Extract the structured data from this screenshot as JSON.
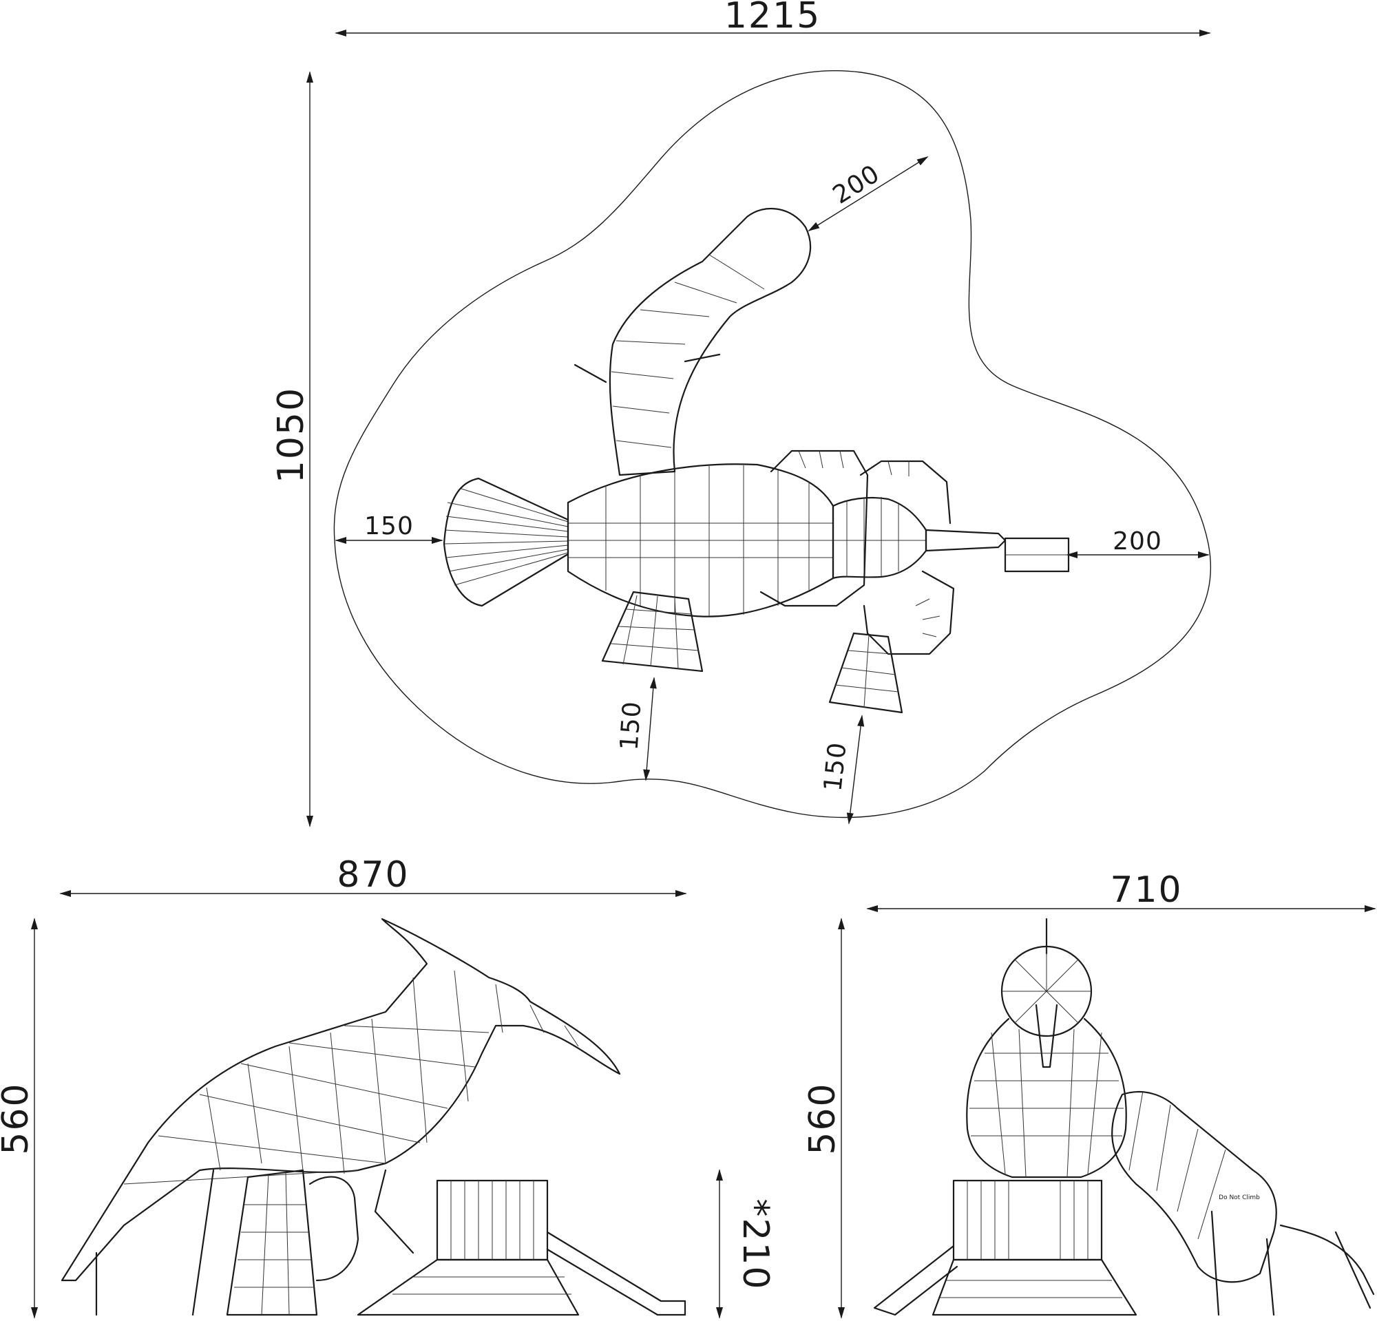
{
  "drawing": {
    "top_view": {
      "overall_width": "1215",
      "overall_depth": "1050",
      "clearance_slide_exit": "200",
      "clearance_tail": "150",
      "clearance_beak_slide": "200",
      "clearance_front_net": "150",
      "clearance_rear_net": "150"
    },
    "side_view": {
      "length": "870",
      "height": "560",
      "free_fall_height": "*210"
    },
    "front_view": {
      "width": "710",
      "height": "560",
      "slide_sign": "Do Not Climb"
    }
  },
  "colors": {
    "ink": "#1a1a1a",
    "background": "#ffffff"
  }
}
